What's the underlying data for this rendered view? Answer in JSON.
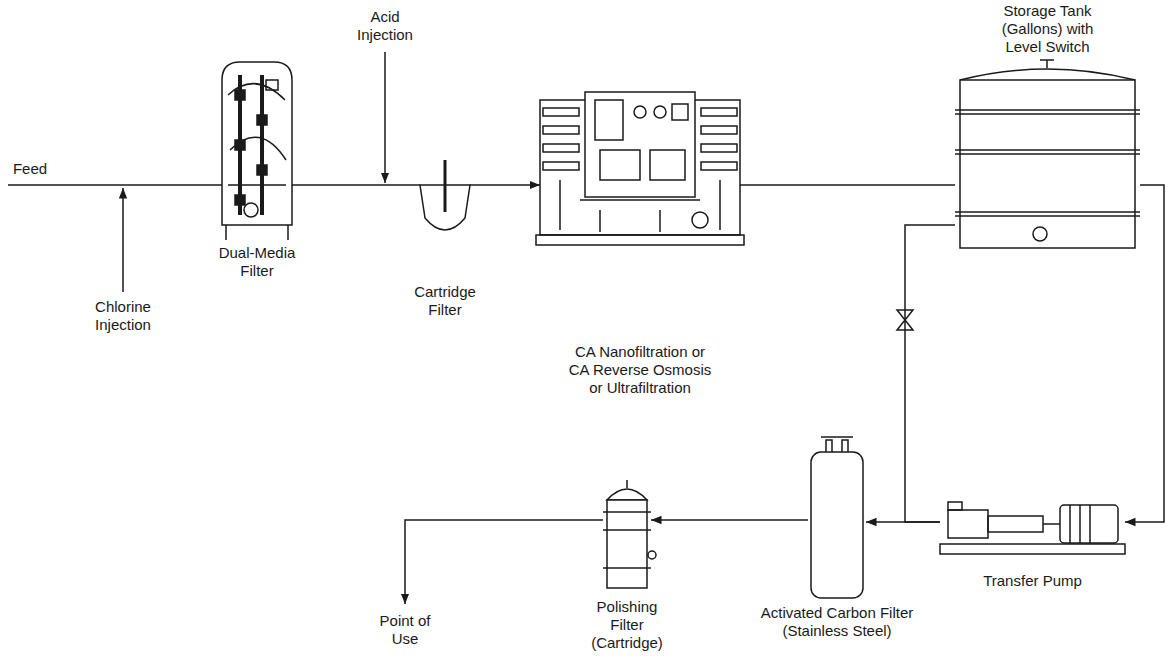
{
  "diagram": {
    "nodes": [
      {
        "text": [
          "Dual-Media Filter"
        ]
      },
      {
        "text": [
          "Cartridge Filter"
        ]
      },
      {
        "text": [
          "CA Nanofiltration or CA Reverse Osmosis or Ultrafiltration"
        ]
      },
      {
        "text": [
          "Storage Tank (Gallons) with Level Switch"
        ]
      },
      {
        "text": [
          "Transfer Pump"
        ]
      },
      {
        "text": [
          "Activated Carbon Filter (Stainless Steel)"
        ]
      },
      {
        "text": [
          "Polishing Filter (Cartridge)"
        ]
      }
    ],
    "edges": [
      {
        "from": 0,
        "to": 1,
        "arrow": "none"
      },
      {
        "from": 1,
        "to": 2,
        "arrow": "to"
      },
      {
        "from": 2,
        "to": 3,
        "arrow": "none"
      },
      {
        "from": 3,
        "to": 4,
        "arrow": "to"
      },
      {
        "from": 4,
        "to": 5,
        "arrow": "to"
      },
      {
        "from": 4,
        "to": 3,
        "arrow": "none"
      },
      {
        "from": 5,
        "to": 6,
        "arrow": "to"
      }
    ],
    "labels": [
      "Feed",
      "Chlorine Injection",
      "Acid Injection",
      "Point of Use"
    ]
  }
}
